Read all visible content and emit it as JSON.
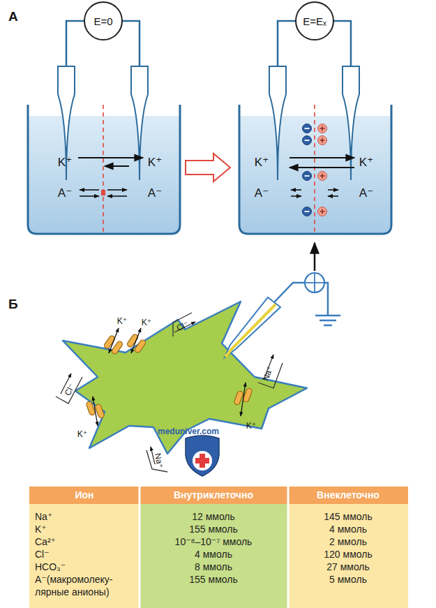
{
  "diagram": {
    "nodes": [
      {
        "text": [
          "E=0"
        ]
      },
      {
        "text": [
          "E=Eₓ"
        ]
      }
    ],
    "labels": [
      "А",
      "K⁺",
      "K⁺",
      "A⁻",
      "A⁻",
      "K⁺",
      "K⁺",
      "A⁻",
      "A⁻",
      "Б",
      "K⁺",
      "K⁺",
      "Cl⁻",
      "Cl⁻",
      "Na⁺",
      "K⁺",
      "K⁺",
      "Na⁺",
      "meduniver.com",
      "Ион",
      "Внутриклеточно",
      "Внеклеточно",
      "Na⁺",
      "K⁺",
      "Ca²⁺",
      "Cl⁻",
      "HCO₃⁻",
      "A⁻(макромолеку- лярные анионы)",
      "12 ммоль",
      "155 ммоль",
      "10⁻⁸–10⁻⁷ ммоль",
      "4 ммоль",
      "8 ммоль",
      "155 ммоль",
      "145 ммоль",
      "4 ммоль",
      "2 ммоль",
      "120 ммоль",
      "27 ммоль",
      "5 ммоль"
    ]
  }
}
